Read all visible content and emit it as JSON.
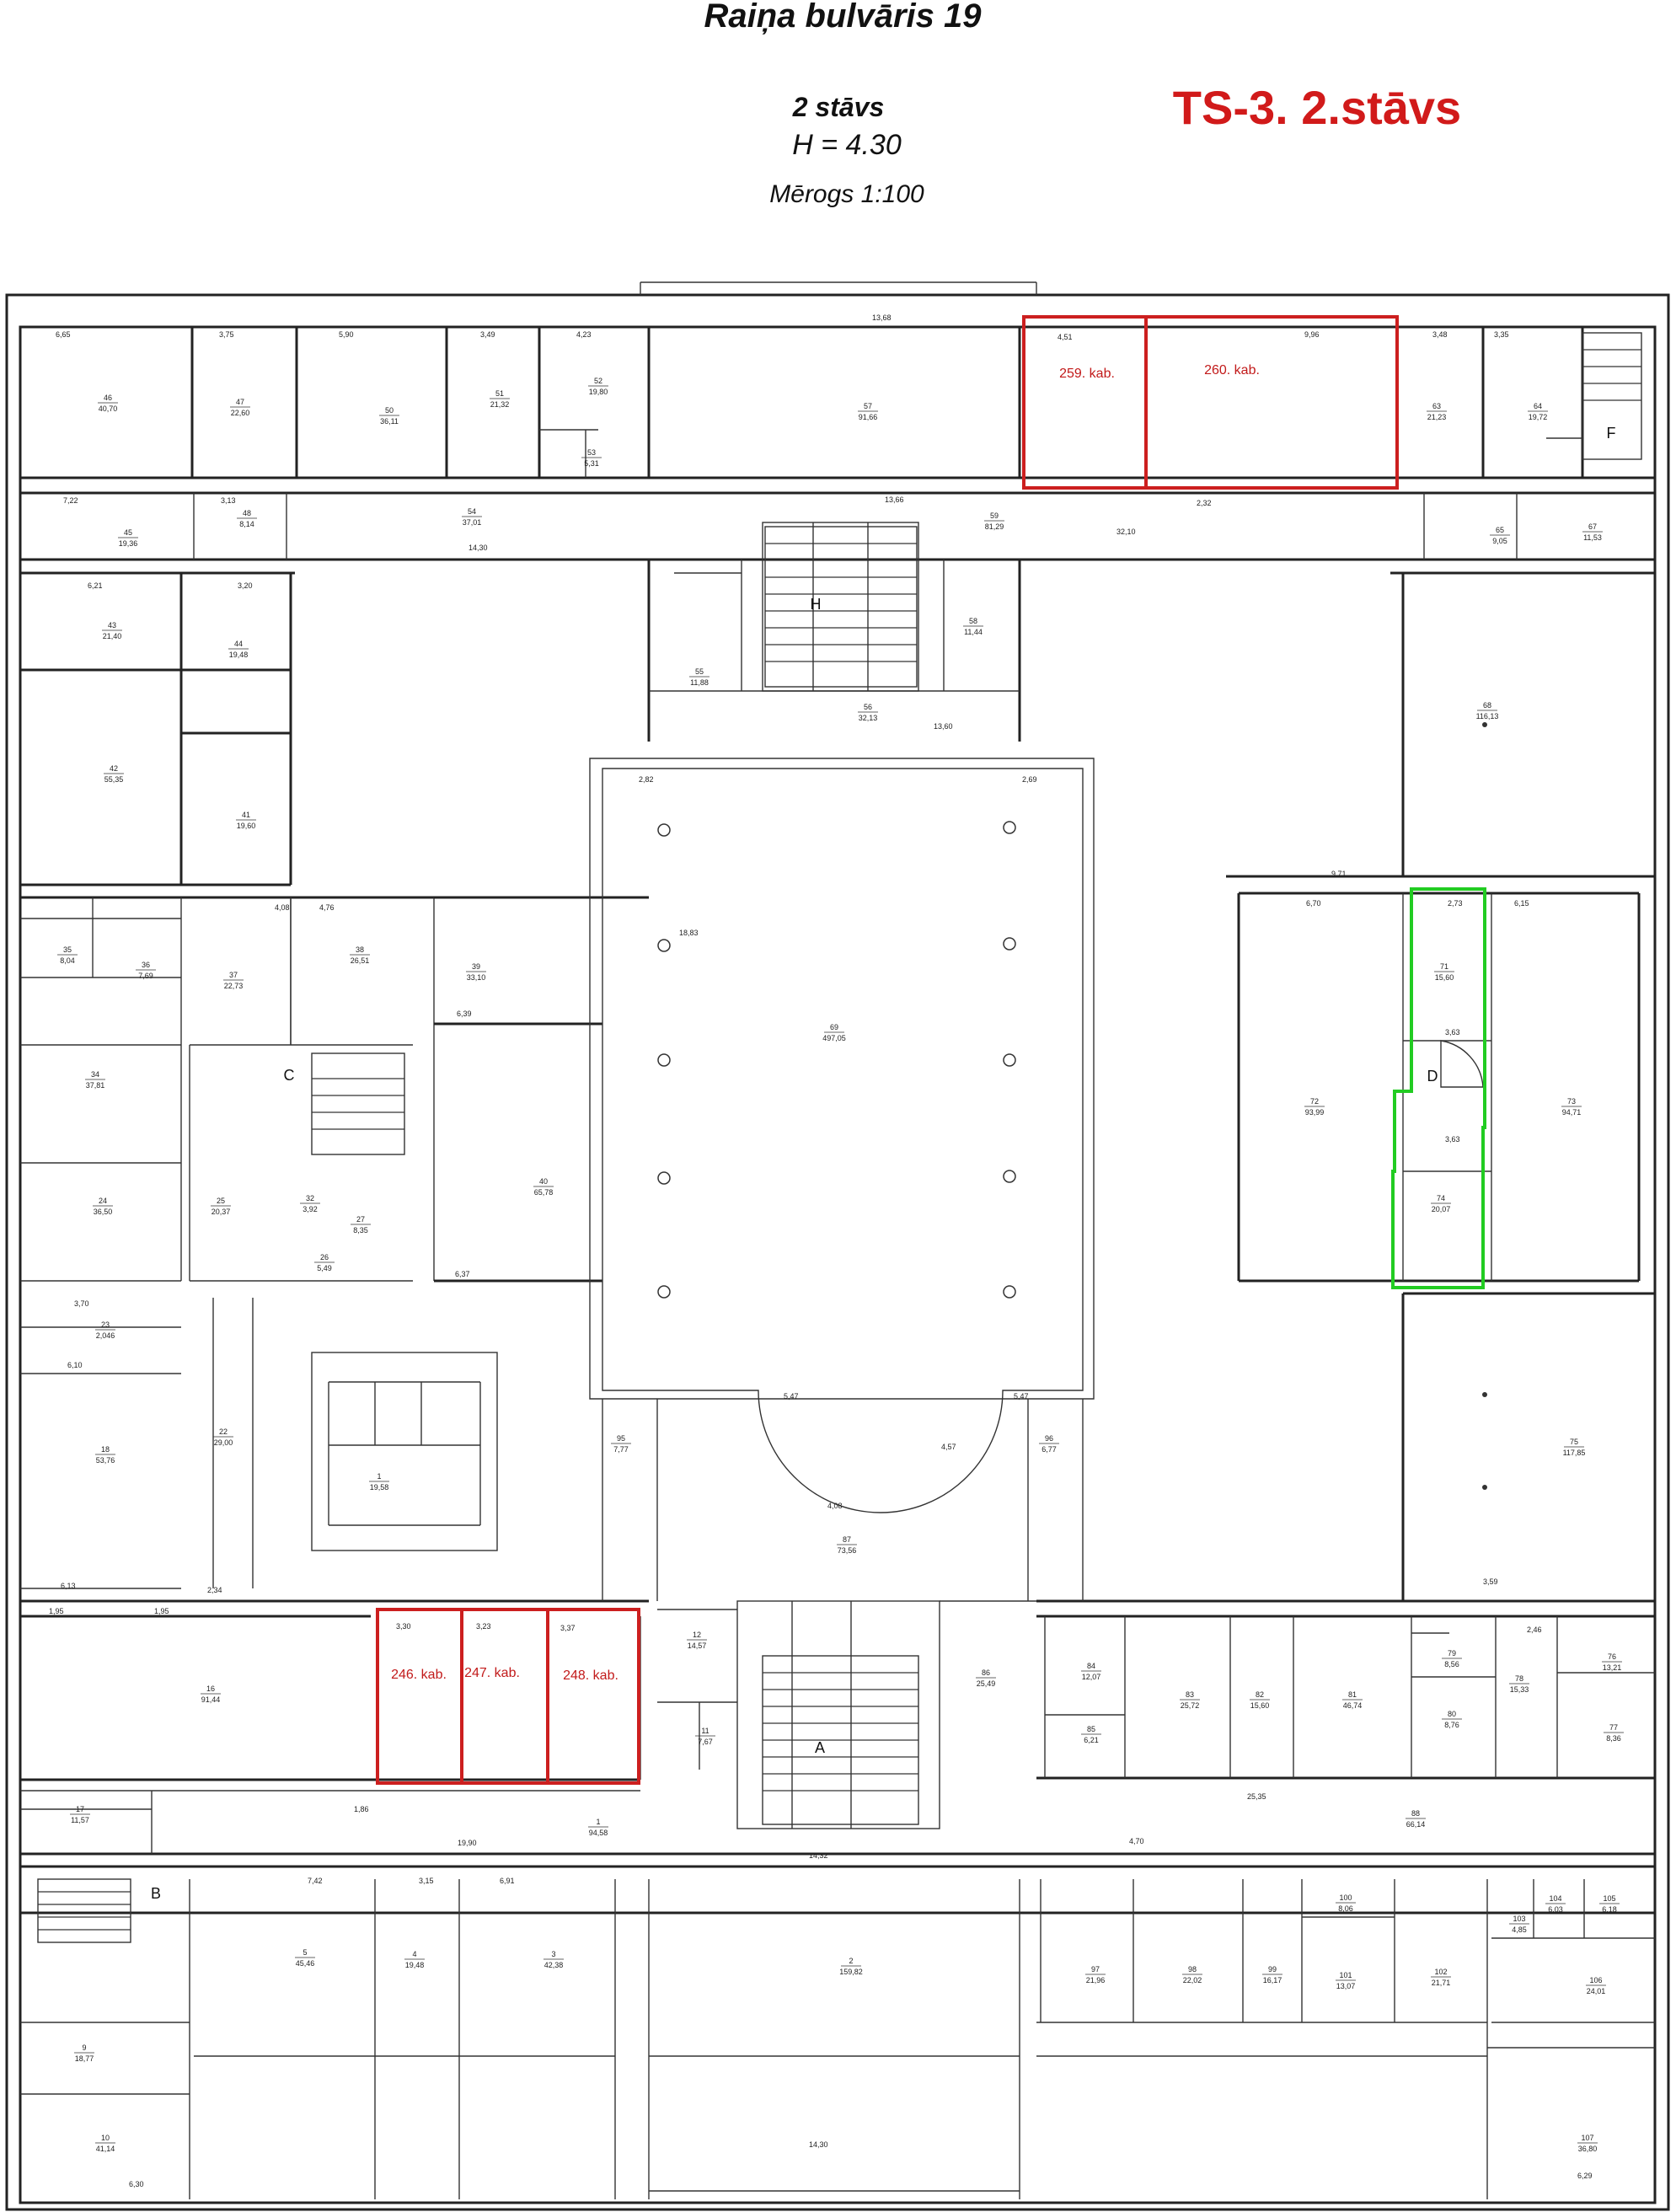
{
  "header": {
    "title": "Raiņa bulvāris 19",
    "floor": "2 stāvs",
    "height": "H = 4.30",
    "scale": "Mērogs 1:100",
    "sheet_label": "TS-3. 2.stāvs"
  },
  "colors": {
    "highlight_red": "#cc1f1f",
    "highlight_green": "#22cc22",
    "sheet_label": "#d11a1a"
  },
  "highlights": {
    "r259": "259. kab.",
    "r260": "260. kab.",
    "r246": "246. kab.",
    "r247": "247. kab.",
    "r248": "248. kab."
  },
  "stairs": {
    "A": "A",
    "B": "B",
    "C": "C",
    "D": "D",
    "F": "F",
    "H": "H"
  },
  "rooms": [
    {
      "n": "46",
      "a": "40,70"
    },
    {
      "n": "47",
      "a": "22,60"
    },
    {
      "n": "50",
      "a": "36,11"
    },
    {
      "n": "51",
      "a": "21,32"
    },
    {
      "n": "52",
      "a": "19,80"
    },
    {
      "n": "53",
      "a": "5,31"
    },
    {
      "n": "57",
      "a": "91,66"
    },
    {
      "n": "63",
      "a": "21,23"
    },
    {
      "n": "64",
      "a": "19,72"
    },
    {
      "n": "45",
      "a": "19,36"
    },
    {
      "n": "48",
      "a": "8,14"
    },
    {
      "n": "54",
      "a": "37,01"
    },
    {
      "n": "59",
      "a": "81,29"
    },
    {
      "n": "65",
      "a": "9,05"
    },
    {
      "n": "67",
      "a": "11,53"
    },
    {
      "n": "43",
      "a": "21,40"
    },
    {
      "n": "44",
      "a": "19,48"
    },
    {
      "n": "55",
      "a": "11,88"
    },
    {
      "n": "58",
      "a": "11,44"
    },
    {
      "n": "56",
      "a": "32,13"
    },
    {
      "n": "68",
      "a": "116,13"
    },
    {
      "n": "42",
      "a": "55,35"
    },
    {
      "n": "41",
      "a": "19,60"
    },
    {
      "n": "35",
      "a": "8,04"
    },
    {
      "n": "36",
      "a": "7,69"
    },
    {
      "n": "37",
      "a": "22,73"
    },
    {
      "n": "38",
      "a": "26,51"
    },
    {
      "n": "39",
      "a": "33,10"
    },
    {
      "n": "69",
      "a": "497,05"
    },
    {
      "n": "71",
      "a": "15,60"
    },
    {
      "n": "34",
      "a": "37,81"
    },
    {
      "n": "72",
      "a": "93,99"
    },
    {
      "n": "73",
      "a": "94,71"
    },
    {
      "n": "40",
      "a": "65,78"
    },
    {
      "n": "24",
      "a": "36,50"
    },
    {
      "n": "25",
      "a": "20,37"
    },
    {
      "n": "32",
      "a": "3,92"
    },
    {
      "n": "27",
      "a": "8,35"
    },
    {
      "n": "26",
      "a": "5,49"
    },
    {
      "n": "74",
      "a": "20,07"
    },
    {
      "n": "23",
      "a": "2,046"
    },
    {
      "n": "22",
      "a": "29,00"
    },
    {
      "n": "18",
      "a": "53,76"
    },
    {
      "n": "1",
      "a": "19,58"
    },
    {
      "n": "95",
      "a": "7,77"
    },
    {
      "n": "96",
      "a": "6,77"
    },
    {
      "n": "75",
      "a": "117,85"
    },
    {
      "n": "87",
      "a": "73,56"
    },
    {
      "n": "16",
      "a": "91,44"
    },
    {
      "n": "12",
      "a": "14,57"
    },
    {
      "n": "11",
      "a": "7,67"
    },
    {
      "n": "86",
      "a": "25,49"
    },
    {
      "n": "84",
      "a": "12,07"
    },
    {
      "n": "85",
      "a": "6,21"
    },
    {
      "n": "83",
      "a": "25,72"
    },
    {
      "n": "82",
      "a": "15,60"
    },
    {
      "n": "81",
      "a": "46,74"
    },
    {
      "n": "79",
      "a": "8,56"
    },
    {
      "n": "80",
      "a": "8,76"
    },
    {
      "n": "78",
      "a": "15,33"
    },
    {
      "n": "76",
      "a": "13,21"
    },
    {
      "n": "77",
      "a": "8,36"
    },
    {
      "n": "17",
      "a": "11,57"
    },
    {
      "n": "1",
      "a": "94,58"
    },
    {
      "n": "88",
      "a": "66,14"
    },
    {
      "n": "5",
      "a": "45,46"
    },
    {
      "n": "4",
      "a": "19,48"
    },
    {
      "n": "3",
      "a": "42,38"
    },
    {
      "n": "2",
      "a": "159,82"
    },
    {
      "n": "97",
      "a": "21,96"
    },
    {
      "n": "98",
      "a": "22,02"
    },
    {
      "n": "99",
      "a": "16,17"
    },
    {
      "n": "100",
      "a": "8,06"
    },
    {
      "n": "101",
      "a": "13,07"
    },
    {
      "n": "102",
      "a": "21,71"
    },
    {
      "n": "103",
      "a": "4,85"
    },
    {
      "n": "104",
      "a": "6,03"
    },
    {
      "n": "105",
      "a": "6,18"
    },
    {
      "n": "106",
      "a": "24,01"
    },
    {
      "n": "9",
      "a": "18,77"
    },
    {
      "n": "10",
      "a": "41,14"
    },
    {
      "n": "107",
      "a": "36,80"
    }
  ]
}
